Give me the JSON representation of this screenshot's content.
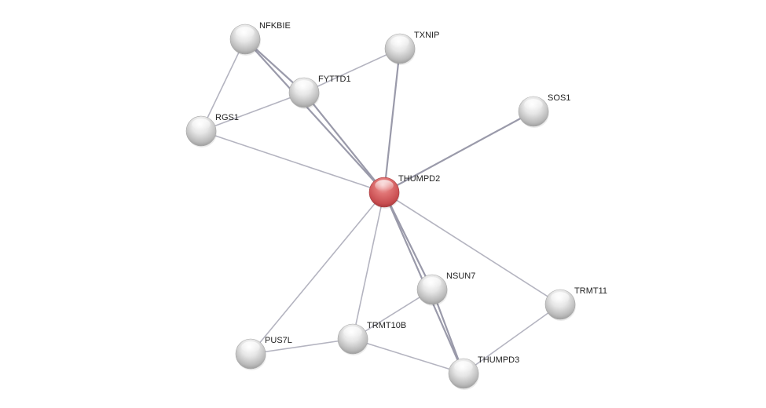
{
  "network": {
    "query_color": "#d9595e",
    "node_color": "#d8d8d8",
    "edge_color": "#b4b4c0",
    "nodes": [
      {
        "id": "THUMPD2",
        "label": "THUMPD2",
        "query": true
      },
      {
        "id": "NFKBIE",
        "label": "NFKBIE"
      },
      {
        "id": "TXNIP",
        "label": "TXNIP"
      },
      {
        "id": "FYTTD1",
        "label": "FYTTD1"
      },
      {
        "id": "RGS1",
        "label": "RGS1"
      },
      {
        "id": "SOS1",
        "label": "SOS1"
      },
      {
        "id": "NSUN7",
        "label": "NSUN7"
      },
      {
        "id": "TRMT11",
        "label": "TRMT11"
      },
      {
        "id": "TRMT10B",
        "label": "TRMT10B"
      },
      {
        "id": "PUS7L",
        "label": "PUS7L"
      },
      {
        "id": "THUMPD3",
        "label": "THUMPD3"
      }
    ],
    "edges": [
      {
        "from": "NFKBIE",
        "to": "FYTTD1",
        "strength": 2
      },
      {
        "from": "NFKBIE",
        "to": "RGS1",
        "strength": 1
      },
      {
        "from": "NFKBIE",
        "to": "THUMPD2",
        "strength": 2
      },
      {
        "from": "FYTTD1",
        "to": "TXNIP",
        "strength": 1
      },
      {
        "from": "FYTTD1",
        "to": "RGS1",
        "strength": 1
      },
      {
        "from": "FYTTD1",
        "to": "THUMPD2",
        "strength": 2
      },
      {
        "from": "TXNIP",
        "to": "THUMPD2",
        "strength": 2
      },
      {
        "from": "RGS1",
        "to": "THUMPD2",
        "strength": 1
      },
      {
        "from": "SOS1",
        "to": "THUMPD2",
        "strength": 2
      },
      {
        "from": "THUMPD2",
        "to": "NSUN7",
        "strength": 2
      },
      {
        "from": "THUMPD2",
        "to": "TRMT11",
        "strength": 1
      },
      {
        "from": "THUMPD2",
        "to": "TRMT10B",
        "strength": 1
      },
      {
        "from": "THUMPD2",
        "to": "PUS7L",
        "strength": 1
      },
      {
        "from": "THUMPD2",
        "to": "THUMPD3",
        "strength": 2
      },
      {
        "from": "NSUN7",
        "to": "TRMT10B",
        "strength": 1
      },
      {
        "from": "NSUN7",
        "to": "THUMPD3",
        "strength": 2
      },
      {
        "from": "TRMT11",
        "to": "THUMPD3",
        "strength": 1
      },
      {
        "from": "TRMT10B",
        "to": "PUS7L",
        "strength": 1
      },
      {
        "from": "TRMT10B",
        "to": "THUMPD3",
        "strength": 1
      }
    ]
  }
}
